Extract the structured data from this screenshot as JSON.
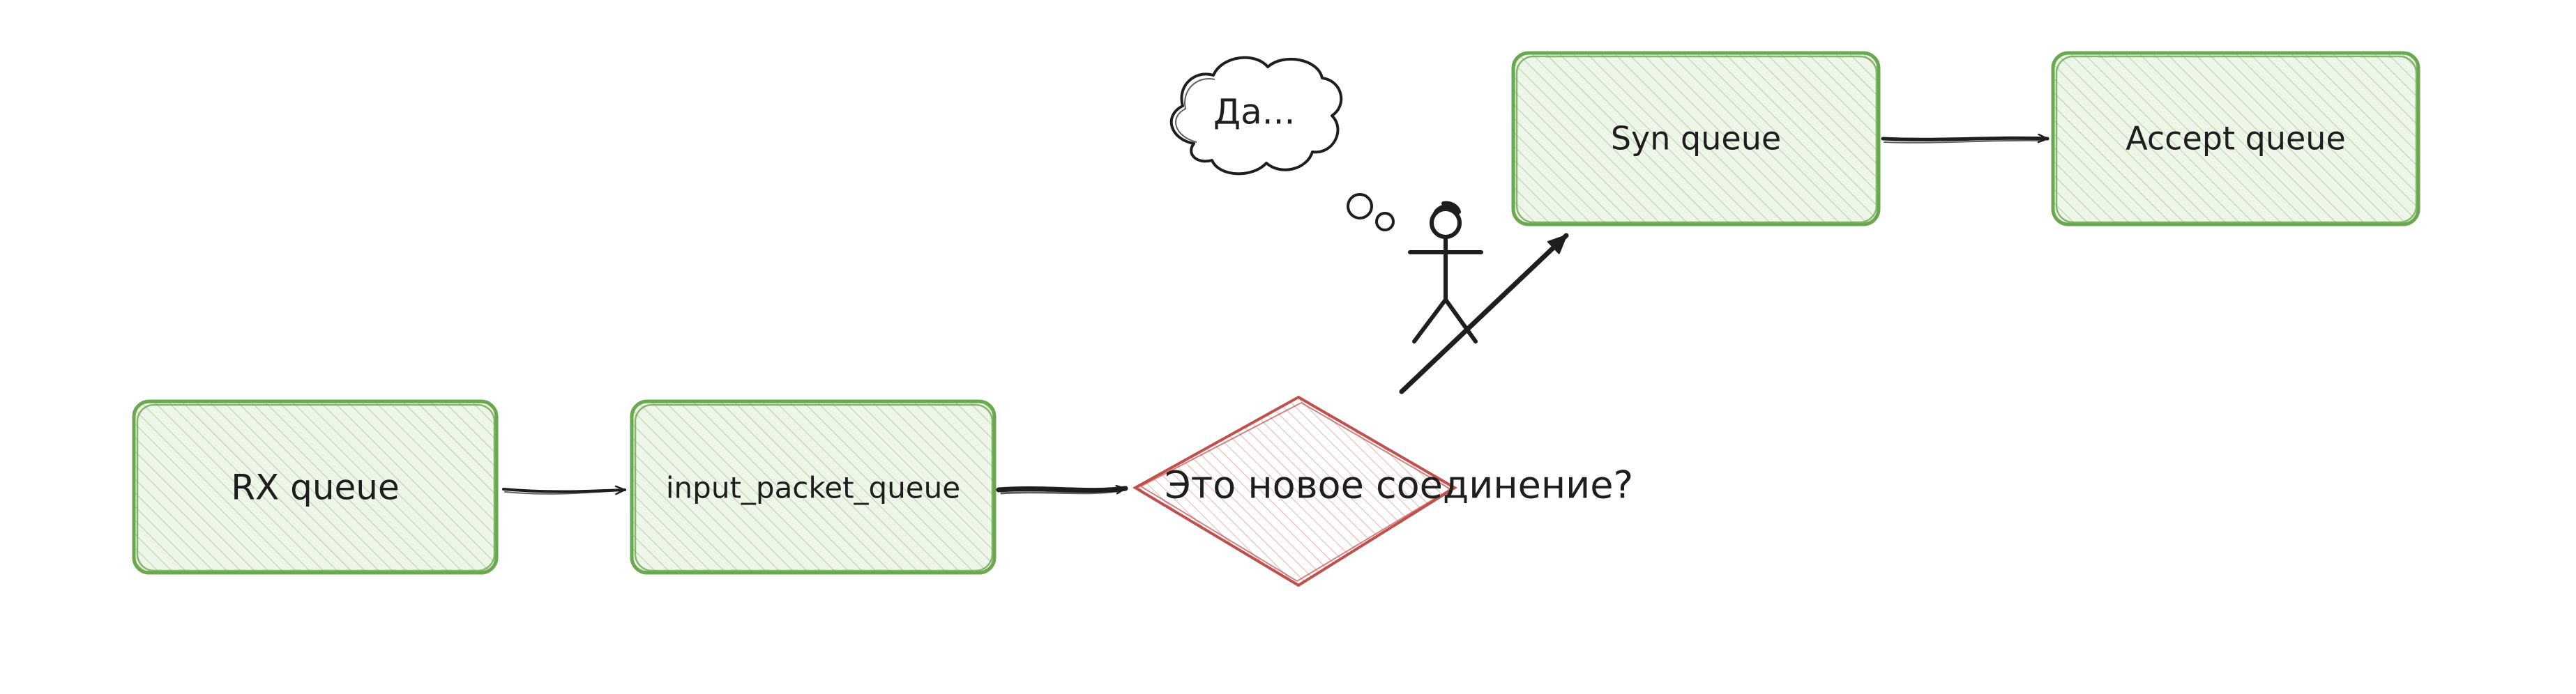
{
  "diagram": {
    "nodes": [
      {
        "id": "rx",
        "label": "RX queue",
        "shape": "rectangle"
      },
      {
        "id": "input",
        "label": "input_packet_queue",
        "shape": "rectangle"
      },
      {
        "id": "decision",
        "label": "Это новое соединение?",
        "shape": "diamond"
      },
      {
        "id": "syn",
        "label": "Syn queue",
        "shape": "rectangle"
      },
      {
        "id": "accept",
        "label": "Accept queue",
        "shape": "rectangle"
      }
    ],
    "edges": [
      {
        "from": "rx",
        "to": "input"
      },
      {
        "from": "input",
        "to": "decision"
      },
      {
        "from": "decision",
        "to": "syn"
      },
      {
        "from": "syn",
        "to": "accept"
      }
    ],
    "thought_bubble": {
      "text": "Да..."
    },
    "colors": {
      "box_stroke": "#6aa84f",
      "box_fill": "#e3efdb",
      "box_hatch": "#b7d3a6",
      "diamond_stroke": "#c0504d",
      "diamond_hatch": "#e7a7a4",
      "ink": "#1e1e1e"
    },
    "icons": {
      "figure": "stick-figure-icon",
      "bubble": "thought-bubble-icon"
    }
  }
}
